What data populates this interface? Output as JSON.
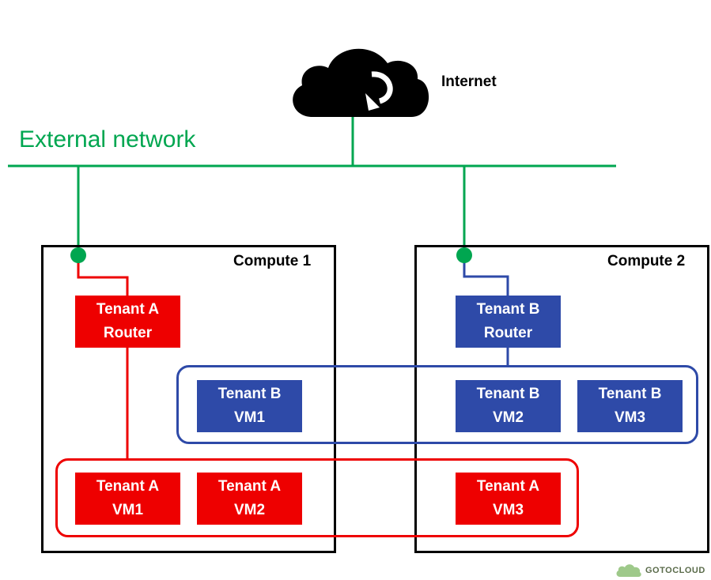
{
  "internet": {
    "label": "Internet",
    "icon": "cloud-internet-icon"
  },
  "external_network": {
    "label": "External network"
  },
  "computes": [
    {
      "label": "Compute 1"
    },
    {
      "label": "Compute 2"
    }
  ],
  "routers": {
    "a": {
      "line1": "Tenant A",
      "line2": "Router"
    },
    "b": {
      "line1": "Tenant B",
      "line2": "Router"
    }
  },
  "vms": {
    "b1": {
      "line1": "Tenant B",
      "line2": "VM1"
    },
    "b2": {
      "line1": "Tenant B",
      "line2": "VM2"
    },
    "b3": {
      "line1": "Tenant B",
      "line2": "VM3"
    },
    "a1": {
      "line1": "Tenant A",
      "line2": "VM1"
    },
    "a2": {
      "line1": "Tenant A",
      "line2": "VM2"
    },
    "a3": {
      "line1": "Tenant A",
      "line2": "VM3"
    }
  },
  "colors": {
    "external": "#00a650",
    "tenant_a": "#ee0000",
    "tenant_b": "#2e4aa8",
    "compute_border": "#000000"
  },
  "watermark": {
    "text": "GOTOCLOUD"
  }
}
